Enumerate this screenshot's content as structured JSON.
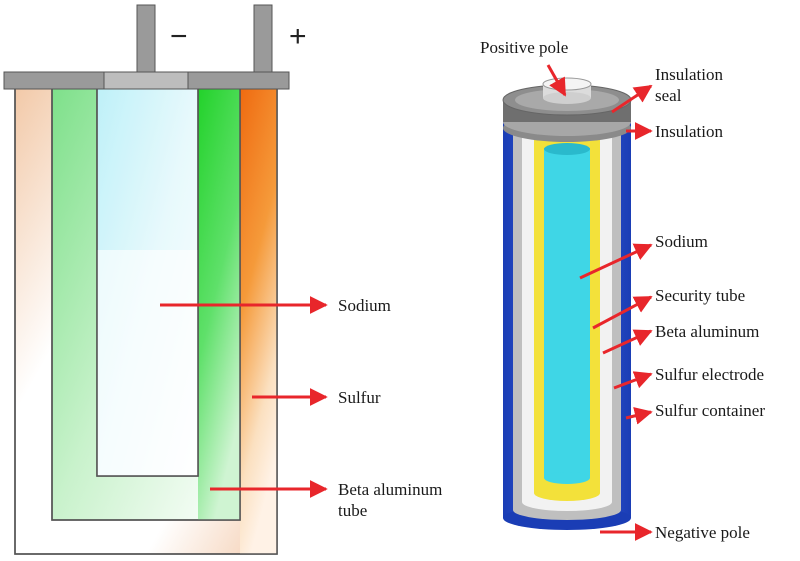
{
  "left_cell": {
    "terminal_negative": "−",
    "terminal_positive": "+",
    "label_sodium": "Sodium",
    "label_sulfur": "Sulfur",
    "label_beta_line1": "Beta aluminum",
    "label_beta_line2": "tube"
  },
  "right_cell": {
    "positive_pole": "Positive pole",
    "insulation_seal_line1": "Insulation",
    "insulation_seal_line2": "seal",
    "insulation": "Insulation",
    "sodium": "Sodium",
    "security_tube": "Security tube",
    "beta_aluminum": "Beta aluminum",
    "sulfur_electrode": "Sulfur electrode",
    "sulfur_container": "Sulfur container",
    "negative_pole": "Negative pole"
  },
  "colors": {
    "arrow": "#e8262b",
    "sodium": "#3fd6e6",
    "beta_tube": "#2fd62f",
    "sulfur": "#f07a1a",
    "container_blue": "#2246c8",
    "security_yellow": "#f3e13a"
  }
}
